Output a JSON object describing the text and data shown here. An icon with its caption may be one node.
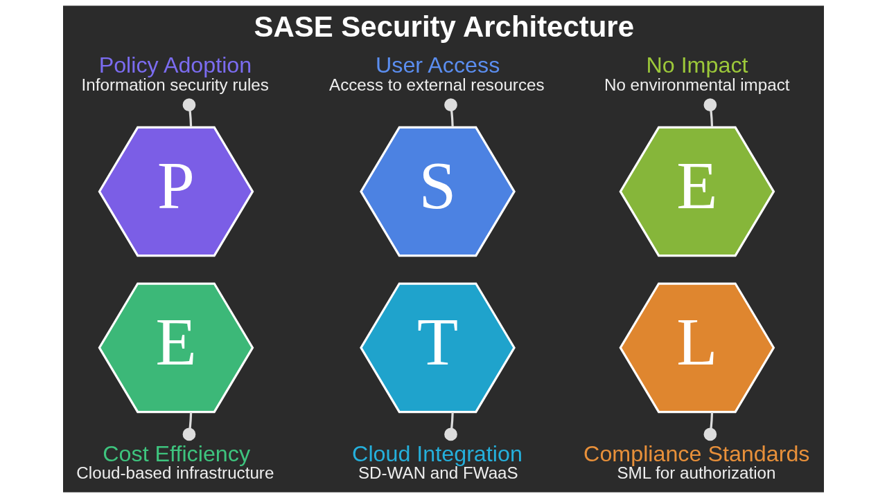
{
  "diagram": {
    "title": "SASE Security Architecture",
    "nodes": [
      {
        "text": [
          "Policy Adoption",
          "Information security rules"
        ]
      },
      {
        "text": [
          "User Access",
          "Access to external resources"
        ]
      },
      {
        "text": [
          "No Impact",
          "No environmental impact"
        ]
      },
      {
        "text": [
          "P"
        ]
      },
      {
        "text": [
          "S"
        ]
      },
      {
        "text": [
          "E"
        ]
      },
      {
        "text": [
          "E"
        ]
      },
      {
        "text": [
          "T"
        ]
      },
      {
        "text": [
          "L"
        ]
      },
      {
        "text": [
          "Cost Efficiency",
          "Cloud-based infrastructure"
        ]
      },
      {
        "text": [
          "Cloud Integration",
          "SD-WAN and FWaaS"
        ]
      },
      {
        "text": [
          "Compliance Standards",
          "SML for authorization"
        ]
      }
    ],
    "edges": [
      {
        "from": 3,
        "to": 0,
        "arrow": "other"
      },
      {
        "from": 4,
        "to": 1,
        "arrow": "other"
      },
      {
        "from": 5,
        "to": 2,
        "arrow": "other"
      },
      {
        "from": 6,
        "to": 9,
        "arrow": "other"
      },
      {
        "from": 7,
        "to": 10,
        "arrow": "other"
      },
      {
        "from": 8,
        "to": 11,
        "arrow": "other"
      }
    ]
  }
}
